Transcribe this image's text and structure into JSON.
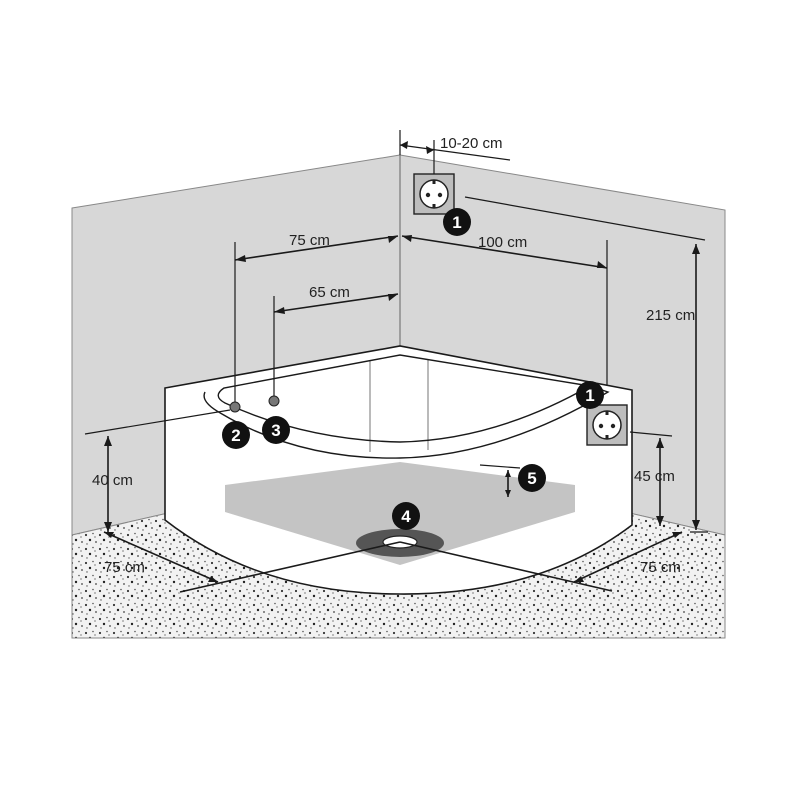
{
  "colors": {
    "wall": "#d7d7d7",
    "floor": "#ededed",
    "tray": "#ffffff",
    "shadow": "#c4c4c4",
    "line": "#1a1a1a",
    "badge": "#111111"
  },
  "dimensions": {
    "outlet_offset": "10-20 cm",
    "left_wall_to_valve": "75 cm",
    "left_wall_to_valve2": "65 cm",
    "right_wall_to_outlet": "100 cm",
    "total_height": "215 cm",
    "valve_height": "40 cm",
    "outlet_height": "45 cm",
    "floor_left": "75 cm",
    "floor_right": "75 cm"
  },
  "markers": {
    "socket_top": "1",
    "socket_right": "1",
    "valve_left": "2",
    "valve_right": "3",
    "drain": "4",
    "tray_height": "5"
  },
  "icons": {
    "socket": "power-socket-icon"
  }
}
